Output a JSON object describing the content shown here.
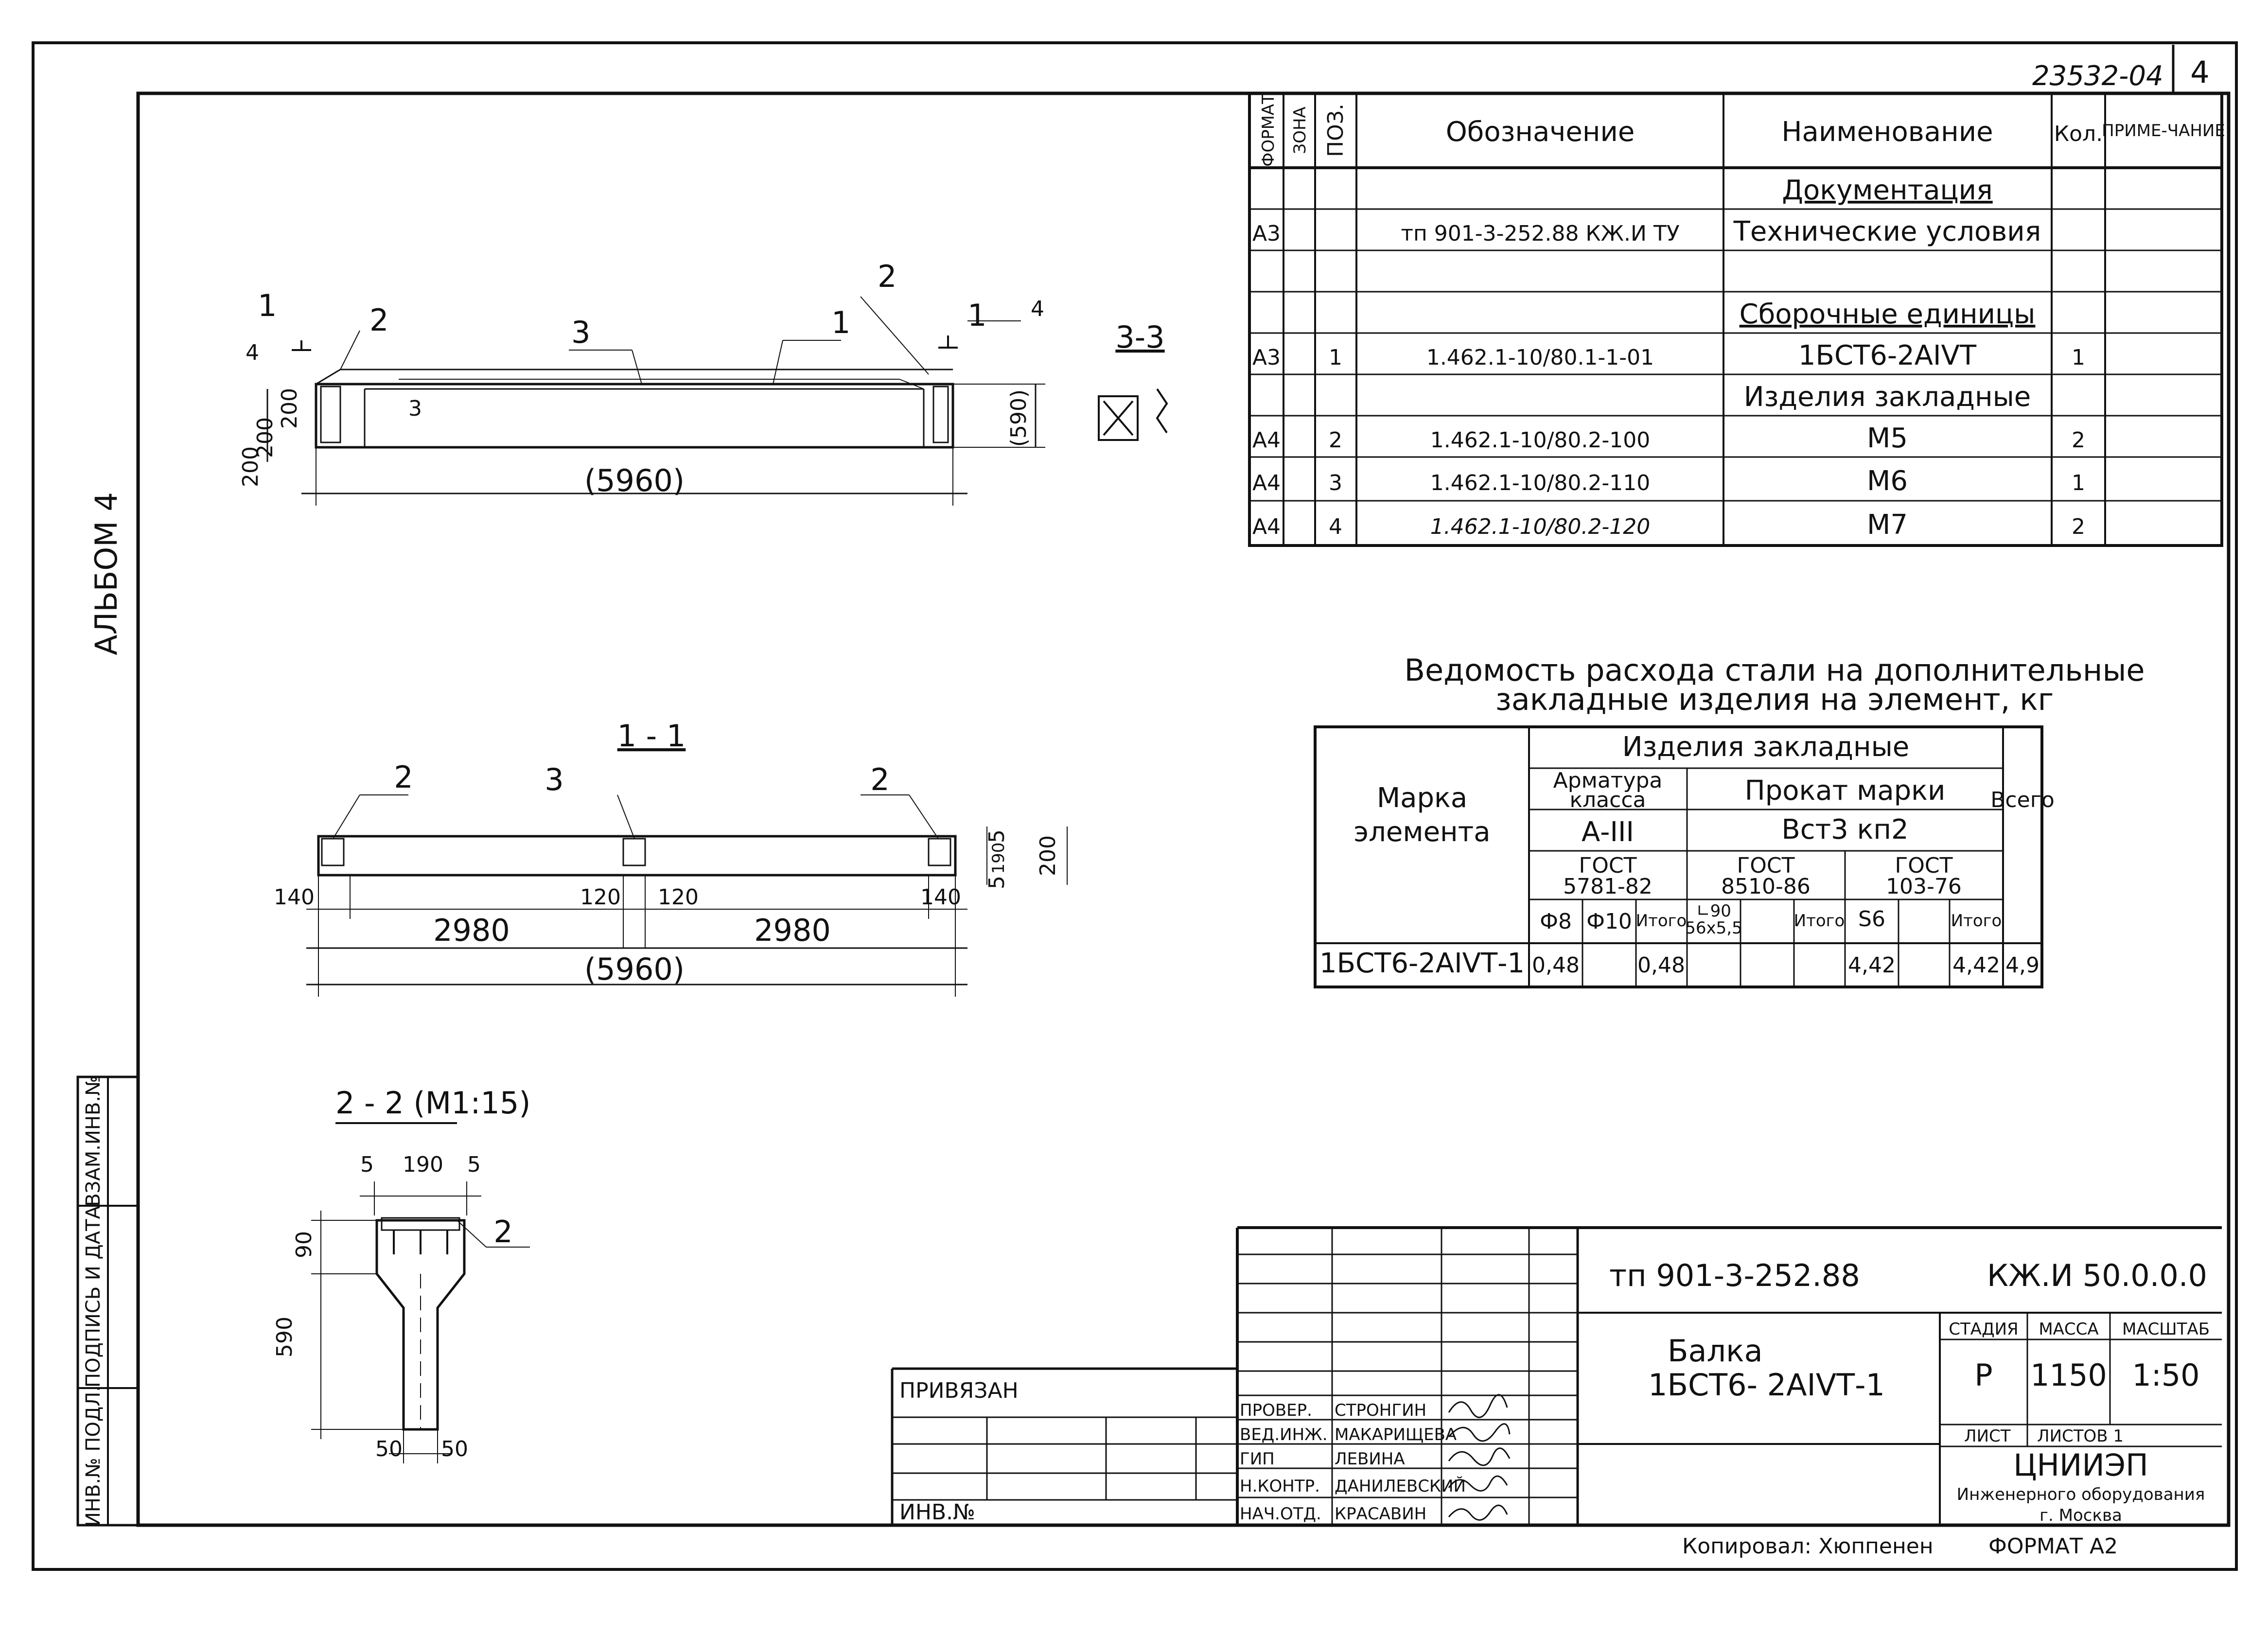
{
  "header": {
    "doc_code": "23532-04",
    "page_number": "4"
  },
  "side": {
    "album": "АЛЬБОМ 4",
    "margin_labels": [
      "ИНВ.№ ПОДЛ.",
      "ПОДПИСЬ И ДАТА",
      "ВЗАМ.ИНВ.№"
    ]
  },
  "spec": {
    "headers": {
      "format": "ФОРМАТ",
      "zone": "ЗОНА",
      "pos": "ПОЗ.",
      "designation": "Обозначение",
      "name": "Наименование",
      "qty": "Кол.",
      "note": "ПРИМЕ-ЧАНИЕ"
    },
    "rows": [
      {
        "format": "",
        "pos": "",
        "designation": "",
        "name": "Документация",
        "qty": ""
      },
      {
        "format": "А3",
        "pos": "",
        "designation": "тп 901-3-252.88 КЖ.И ТУ",
        "name": "Технические условия",
        "qty": ""
      },
      {
        "format": "",
        "pos": "",
        "designation": "",
        "name": "",
        "qty": ""
      },
      {
        "format": "",
        "pos": "",
        "designation": "",
        "name": "Сборочные единицы",
        "qty": ""
      },
      {
        "format": "А3",
        "pos": "1",
        "designation": "1.462.1-10/80.1-1-01",
        "name": "1БСТ6-2АIVТ",
        "qty": "1"
      },
      {
        "format": "",
        "pos": "",
        "designation": "",
        "name": "Изделия закладные",
        "qty": ""
      },
      {
        "format": "А4",
        "pos": "2",
        "designation": "1.462.1-10/80.2-100",
        "name": "М5",
        "qty": "2"
      },
      {
        "format": "А4",
        "pos": "3",
        "designation": "1.462.1-10/80.2-110",
        "name": "М6",
        "qty": "1"
      },
      {
        "format": "А4",
        "pos": "4",
        "designation": "1.462.1-10/80.2-120",
        "name": "М7",
        "qty": "2"
      }
    ]
  },
  "steel": {
    "title_line1": "Ведомость расхода стали на дополнительные",
    "title_line2": "закладные изделия на элемент, кг",
    "h_mark": "Марка",
    "h_element": "элемента",
    "h_group": "Изделия закладные",
    "h_rebar": "Арматура",
    "h_class": "класса",
    "h_rolled": "Прокат марки",
    "h_total": "Всего",
    "h_a3": "А-III",
    "h_steel": "Вст3 кп2",
    "h_gost1": "ГОСТ",
    "h_gost1_no": "5781-82",
    "h_gost2": "ГОСТ",
    "h_gost2_no": "8510-86",
    "h_gost3": "ГОСТ",
    "h_gost3_no": "103-76",
    "c_phi8": "Ф8",
    "c_phi10": "Ф10",
    "c_itogo1": "Итого",
    "c_angle_a": "∟90",
    "c_angle_b": "56х5,5",
    "c_itogo2": "Итого",
    "c_s6": "S6",
    "c_itogo3": "Итого",
    "row": {
      "mark": "1БСТ6-2АIVТ-1",
      "phi8": "0,48",
      "itogo1": "0,48",
      "s6": "4,42",
      "itogo3": "4,42",
      "total": "4,9"
    }
  },
  "plan": {
    "dim_total": "(5960)",
    "dim_height": "(590)",
    "dim_left_a": "200",
    "dim_left_b": "200",
    "dim_left_c": "200",
    "callout_2a": "2",
    "callout_2b": "2",
    "callout_3a": "3",
    "callout_3b": "3",
    "callout_1": "1",
    "callout_4a": "4",
    "callout_4b": "4",
    "cut_1a": "1",
    "cut_1b": "1"
  },
  "section33": {
    "title": "3-3"
  },
  "section11": {
    "title": "1 - 1",
    "callout_2a": "2",
    "callout_3": "3",
    "callout_2b": "2",
    "d_140a": "140",
    "d_120a": "120",
    "d_120b": "120",
    "d_140b": "140",
    "d_2980a": "2980",
    "d_2980b": "2980",
    "d_total": "(5960)",
    "d_5a": "5",
    "d_190": "190",
    "d_5b": "5",
    "d_200": "200"
  },
  "section22": {
    "title": "2 - 2  (М1:15)",
    "d_5a": "5",
    "d_190": "190",
    "d_5b": "5",
    "d_90": "90",
    "d_590": "590",
    "d_50a": "50",
    "d_50b": "50",
    "callout_2": "2"
  },
  "stamp": {
    "privyazan": "ПРИВЯЗАН",
    "inv": "ИНВ.№",
    "roles": [
      "ПРОВЕР.",
      "ВЕД.ИНЖ.",
      "ГИП",
      "Н.КОНТР.",
      "НАЧ.ОТД."
    ],
    "names": [
      "СТРОНГИН",
      "МАКАРИЩЕВА",
      "ЛЕВИНА",
      "ДАНИЛЕВСКИЙ",
      "КРАСАВИН"
    ],
    "project": "тп 901-3-252.88",
    "code": "КЖ.И 50.0.0.0",
    "title_line1": "Балка",
    "title_line2": "1БСТ6- 2АIVТ-1",
    "stage_h": "СТАДИЯ",
    "mass_h": "МАССА",
    "scale_h": "МАСШТАБ",
    "stage": "Р",
    "mass": "1150",
    "scale": "1:50",
    "sheet_h": "ЛИСТ",
    "sheets_h": "ЛИСТОВ 1",
    "org_name": "ЦНИИЭП",
    "org_sub": "Инженерного оборудования",
    "org_city": "г. Москва"
  },
  "footer": {
    "copied": "Копировал: Хюппенен",
    "format": "ФОРМАТ А2"
  }
}
